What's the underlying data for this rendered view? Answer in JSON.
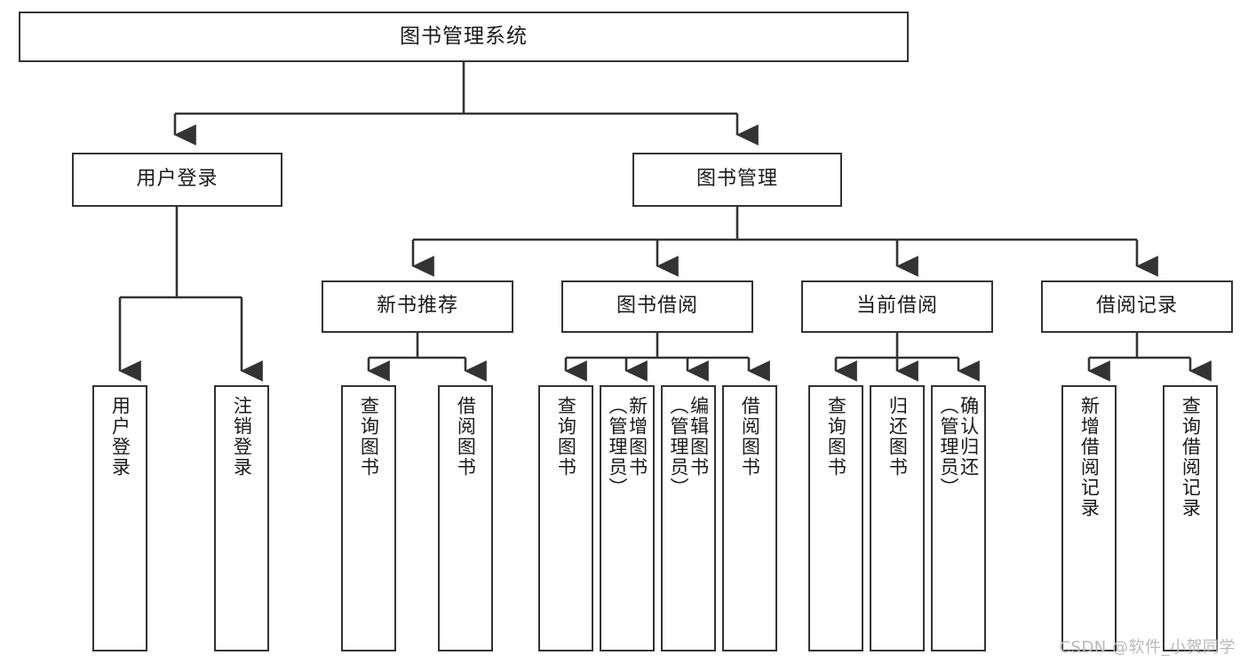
{
  "diagram": {
    "title": "图书管理系统",
    "type": "tree",
    "watermark": "CSDN @软件_小贺同学",
    "colors": {
      "box_border": "#333333",
      "box_fill": "#ffffff",
      "connector": "#333333",
      "text": "#1a1a1a",
      "watermark": "#b9b9b9"
    },
    "root": {
      "label": "图书管理系统"
    },
    "level1": [
      {
        "label": "用户登录"
      },
      {
        "label": "图书管理"
      }
    ],
    "level2": [
      {
        "label": "新书推荐"
      },
      {
        "label": "图书借阅"
      },
      {
        "label": "当前借阅"
      },
      {
        "label": "借阅记录"
      }
    ],
    "leaves": {
      "user_login": [
        {
          "label": "用户登录"
        },
        {
          "label": "注销登录"
        }
      ],
      "new_book_recommend": [
        {
          "label": "查询图书"
        },
        {
          "label": "借阅图书"
        }
      ],
      "book_borrow": [
        {
          "label": "查询图书"
        },
        {
          "label": "新增图书\n（管理员）"
        },
        {
          "label": "编辑图书\n（管理员）"
        },
        {
          "label": "借阅图书"
        }
      ],
      "current_borrow": [
        {
          "label": "查询图书"
        },
        {
          "label": "归还图书"
        },
        {
          "label": "确认归还\n（管理员）"
        }
      ],
      "borrow_record": [
        {
          "label": "新增借阅记录"
        },
        {
          "label": "查询借阅记录"
        }
      ]
    }
  }
}
